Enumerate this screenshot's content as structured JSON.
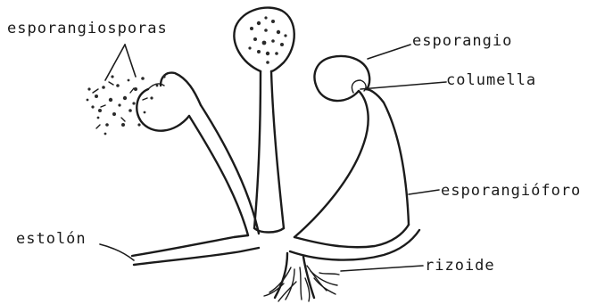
{
  "labels": {
    "spores": "esporangiosporas",
    "sporangium": "esporangio",
    "columella": "columella",
    "sporangiophore": "esporangióforo",
    "stolon": "estolón",
    "rhizoid": "rizoide"
  },
  "colors": {
    "ink": "#1b1b1b",
    "background": "#ffffff"
  }
}
